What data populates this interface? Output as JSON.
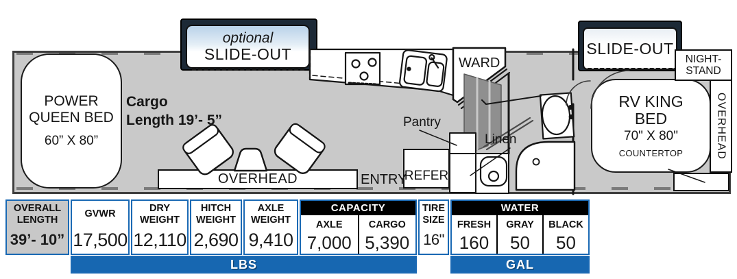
{
  "fp": {
    "queen_bed_l1": "POWER",
    "queen_bed_l2": "QUEEN BED",
    "queen_bed_size": "60” X 80”",
    "cargo_l1": "Cargo",
    "cargo_l2": "Length 19’- 5”",
    "opt_slide_l1": "optional",
    "opt_slide_l2": "SLIDE-OUT",
    "rear_slide": "SLIDE-OUT",
    "nightstand_l1": "NIGHT-",
    "nightstand_l2": "STAND",
    "ward": "WARD",
    "pantry": "Pantry",
    "linen": "Linen",
    "refer": "REFER",
    "entry": "ENTRY",
    "overhead_bottom": "OVERHEAD",
    "overhead_right": "OVERHEAD",
    "king_bed_l1": "RV KING",
    "king_bed_l2": "BED",
    "king_bed_size": "70\" X 80\"",
    "countertop": "COUNTERTOP"
  },
  "specs": {
    "overall_l1": "OVERALL",
    "overall_l2": "LENGTH",
    "overall_value": "39’- 10”",
    "cols": [
      {
        "l1": "GVWR",
        "l2": "",
        "value": "17,500"
      },
      {
        "l1": "DRY",
        "l2": "WEIGHT",
        "value": "12,110"
      },
      {
        "l1": "HITCH",
        "l2": "WEIGHT",
        "value": "2,690"
      },
      {
        "l1": "AXLE",
        "l2": "WEIGHT",
        "value": "9,410"
      }
    ],
    "capacity": {
      "header": "CAPACITY",
      "cols": [
        {
          "label": "AXLE",
          "value": "7,000"
        },
        {
          "label": "CARGO",
          "value": "5,390"
        }
      ]
    },
    "tire_l1": "TIRE",
    "tire_l2": "SIZE",
    "tire_value": "16\"",
    "water": {
      "header": "WATER",
      "cols": [
        {
          "label": "FRESH",
          "value": "160"
        },
        {
          "label": "GRAY",
          "value": "50"
        },
        {
          "label": "BLACK",
          "value": "50"
        }
      ]
    },
    "lbs": "LBS",
    "gal": "GAL"
  },
  "colors": {
    "accent_blue": "#1a69b4",
    "bar_blue": "#1767b1",
    "slide_navy": "#1c2936",
    "slide_light_blue": "#b9d2e9",
    "floor_gray": "#c9c9c9",
    "header_black": "#000000"
  }
}
